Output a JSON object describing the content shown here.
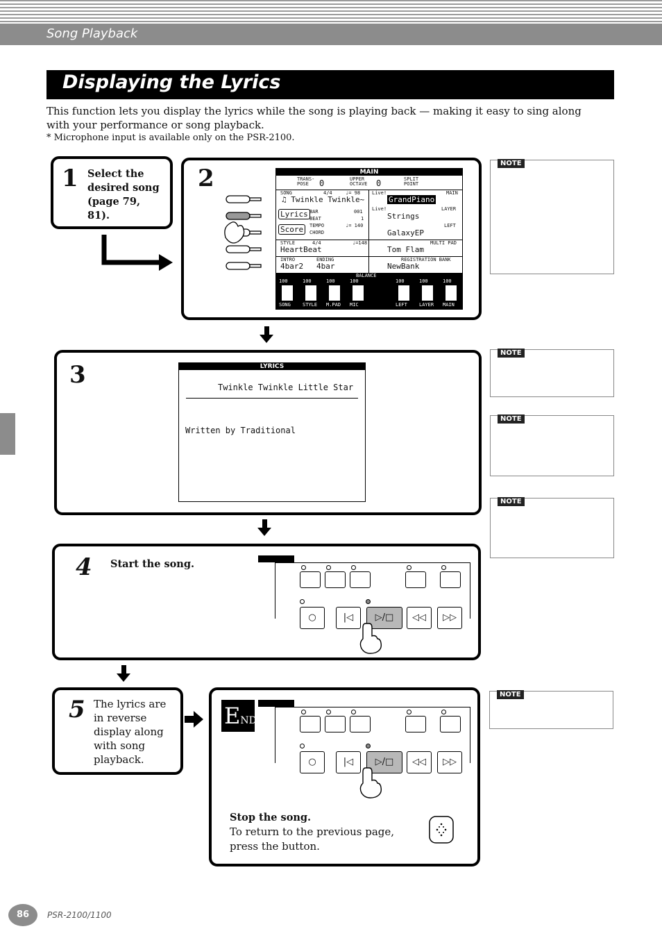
{
  "header": {
    "section_title": "Song Playback"
  },
  "page": {
    "title": "Displaying the Lyrics",
    "intro": "This function lets you display the lyrics while the song is playing back — making it easy to sing along with your performance or song playback.",
    "footnote": "* Microphone input is available only on the PSR-2100."
  },
  "steps": [
    {
      "num": "1",
      "text": "Select the desired song (page 79, 81)."
    },
    {
      "num": "2"
    },
    {
      "num": "3"
    },
    {
      "num": "4",
      "text": "Start the song."
    },
    {
      "num": "5",
      "text": "The lyrics are in reverse display along with song playback."
    }
  ],
  "main_lcd": {
    "header": "MAIN",
    "transpose_label": "TRANS-POSE",
    "transpose_value": "0",
    "upper_octave_label": "UPPER OCTAVE",
    "upper_octave_value": "0",
    "split_point_label": "SPLIT POINT",
    "song_label": "SONG",
    "song_name": "♫ Twinkle Twinkle~",
    "time_sig": "4/4",
    "tempo_small": "♩= 98",
    "lyrics_btn": "Lyrics",
    "score_btn": "Score",
    "bar_label": "BAR",
    "bar_value": "001",
    "beat_label": "BEAT",
    "beat_value": "1",
    "tempo_label": "TEMPO",
    "tempo_value": "♩= 140",
    "chord_label": "CHORD",
    "voice_main": "GrandPiano",
    "voice_layer": "Strings",
    "voice_left": "GalaxyEP",
    "main_tag": "MAIN",
    "layer_tag": "LAYER",
    "left_tag": "LEFT",
    "live_tag": "Live!",
    "style_label": "STYLE",
    "style_name": "HeartBeat",
    "style_time": "4/4",
    "style_tempo": "♩=148",
    "multipad_label": "MULTI PAD",
    "multipad_name": "Tom Flam",
    "intro_label": "INTRO",
    "intro_value": "4bar2",
    "ending_label": "ENDING",
    "ending_value": "4bar",
    "regbank_label": "REGISTRATION BANK",
    "regbank_name": "NewBank",
    "balance_label": "BALANCE",
    "balance_channels": [
      {
        "name": "SONG",
        "value": "100"
      },
      {
        "name": "STYLE",
        "value": "100"
      },
      {
        "name": "M.PAD",
        "value": "100"
      },
      {
        "name": "MIC",
        "value": "100"
      },
      {
        "name": "LEFT",
        "value": "100"
      },
      {
        "name": "LAYER",
        "value": "100"
      },
      {
        "name": "MAIN",
        "value": "100"
      }
    ]
  },
  "lyrics_lcd": {
    "header": "LYRICS",
    "song_title": "Twinkle Twinkle Little Star",
    "written_by": "Written by  Traditional"
  },
  "transport": {
    "rec": "○",
    "top": "|◁",
    "play_stop": "▷/□",
    "rew": "◁◁",
    "ff": "▷▷"
  },
  "end_step": {
    "stop_title": "Stop the song.",
    "stop_text": "To return to the previous page, press the button."
  },
  "notes": [
    "NOTE",
    "NOTE",
    "NOTE",
    "NOTE",
    "NOTE"
  ],
  "footer": {
    "page_number": "86",
    "model": "PSR-2100/1100"
  }
}
